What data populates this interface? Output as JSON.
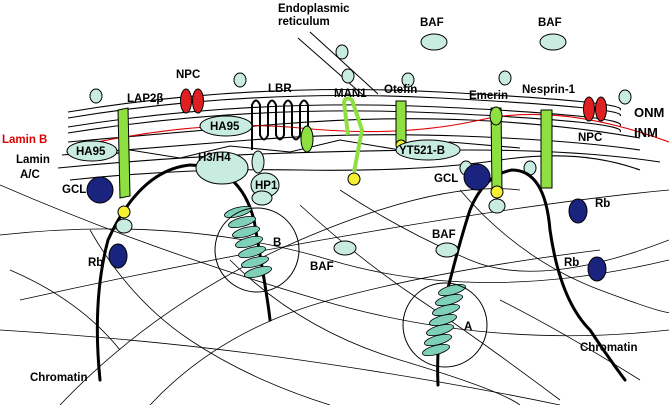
{
  "labels": {
    "er_line1": "Endoplasmic",
    "er_line2": "reticulum",
    "baf_top_1": "BAF",
    "baf_top_2": "BAF",
    "npc_left": "NPC",
    "npc_right": "NPC",
    "lap2b": "LAP2β",
    "lbr": "LBR",
    "man1": "MAN1",
    "otefin": "Otefin",
    "emerin": "Emerin",
    "nesprin1": "Nesprin-1",
    "onm": "ONM",
    "inm": "INM",
    "lamin_b": "Lamin B",
    "lamin_ac_1": "Lamin",
    "lamin_ac_2": "A/C",
    "ha95_left": "HA95",
    "ha95_mid": "HA95",
    "h3h4": "H3/H4",
    "hp1": "HP1",
    "yt521b": "YT521-B",
    "gcl_left": "GCL",
    "gcl_right": "GCL",
    "rb_left": "Rb",
    "rb_right_1": "Rb",
    "rb_right_2": "Rb",
    "baf_mid": "BAF",
    "baf_right": "BAF",
    "chromatin_left": "Chromatin",
    "chromatin_right": "Chromatin",
    "region_a": "A",
    "region_b": "B"
  },
  "colors": {
    "baf": "#c8ece0",
    "npc": "#e02020",
    "green": "#8ee040",
    "yellow": "#f5f032",
    "navy": "#1a237e",
    "lamin_b": "#e00000",
    "histone": "#7fd0b8"
  }
}
